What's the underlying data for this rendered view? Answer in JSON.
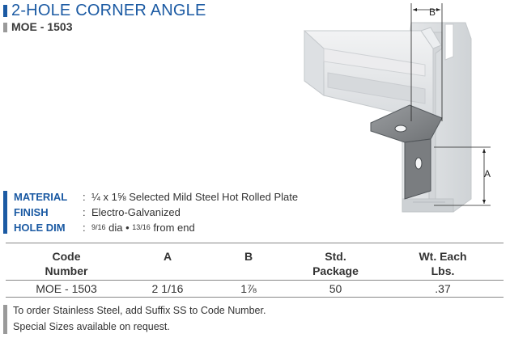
{
  "header": {
    "title": "2-HOLE CORNER ANGLE",
    "subtitle": "MOE - 1503"
  },
  "figure": {
    "dim_a_label": "A",
    "dim_b_label": "B"
  },
  "specs": [
    {
      "label": "MATERIAL",
      "colon": ":",
      "value_pre": "¼ x 1⅝ Selected Mild Steel Hot Rolled Plate",
      "value_frac1": "",
      "value_mid": "",
      "value_frac2": "",
      "value_post": ""
    },
    {
      "label": "FINISH",
      "colon": ":",
      "value_pre": "Electro-Galvanized",
      "value_frac1": "",
      "value_mid": "",
      "value_frac2": "",
      "value_post": ""
    },
    {
      "label": "HOLE DIM",
      "colon": ":",
      "value_pre": "",
      "value_frac1": "9/16",
      "value_mid": " dia  •  ",
      "value_frac2": "13/16",
      "value_post": " from end"
    }
  ],
  "table": {
    "headers": [
      {
        "line1": "Code",
        "line2": "Number"
      },
      {
        "line1": "A",
        "line2": ""
      },
      {
        "line1": "B",
        "line2": ""
      },
      {
        "line1": "Std.",
        "line2": "Package"
      },
      {
        "line1": "Wt. Each",
        "line2": "Lbs."
      }
    ],
    "rows": [
      [
        "MOE - 1503",
        "2 1/16",
        "1⅞",
        "50",
        ".37"
      ]
    ]
  },
  "notes": [
    "To order Stainless Steel, add Suffix SS to Code Number.",
    "Special Sizes available on request."
  ],
  "colors": {
    "accent_blue": "#1b5aa3",
    "accent_gray": "#9a9a9a"
  }
}
